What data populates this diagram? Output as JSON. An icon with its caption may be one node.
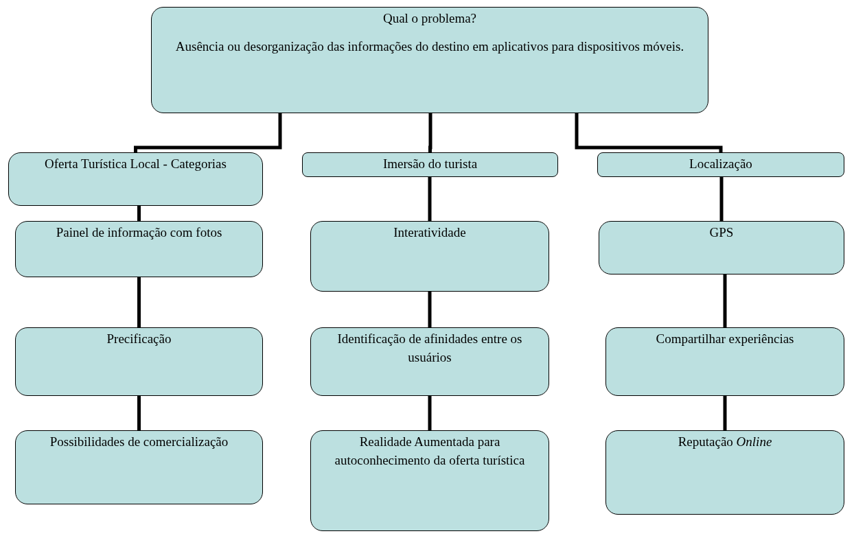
{
  "diagram": {
    "nodes": [
      {
        "text": [
          "Qual o problema?",
          "Ausência ou desorganização das informações do destino em aplicativos para dispositivos móveis."
        ]
      },
      {
        "text": [
          "Oferta Turística Local - Categorias"
        ]
      },
      {
        "text": [
          "Imersão do turista"
        ]
      },
      {
        "text": [
          "Localização"
        ]
      },
      {
        "text": [
          "Painel de informação com fotos"
        ]
      },
      {
        "text": [
          "Interatividade"
        ]
      },
      {
        "text": [
          "GPS"
        ]
      },
      {
        "text": [
          "Precificação"
        ]
      },
      {
        "text": [
          "Identificação de afinidades entre os usuários"
        ]
      },
      {
        "text": [
          "Compartilhar  experiências"
        ]
      },
      {
        "text": [
          "Possibilidades de comercialização"
        ]
      },
      {
        "text": [
          "Realidade Aumentada para autoconhecimento da oferta turística"
        ]
      },
      {
        "text": [
          "Reputação *Online*"
        ]
      }
    ],
    "edges": [
      {
        "from": 0,
        "to": 1,
        "arrow": "none"
      },
      {
        "from": 0,
        "to": 2,
        "arrow": "none"
      },
      {
        "from": 0,
        "to": 3,
        "arrow": "none"
      },
      {
        "from": 1,
        "to": 4,
        "arrow": "none"
      },
      {
        "from": 2,
        "to": 5,
        "arrow": "none"
      },
      {
        "from": 3,
        "to": 6,
        "arrow": "none"
      },
      {
        "from": 4,
        "to": 7,
        "arrow": "none"
      },
      {
        "from": 5,
        "to": 8,
        "arrow": "none"
      },
      {
        "from": 6,
        "to": 9,
        "arrow": "none"
      },
      {
        "from": 7,
        "to": 10,
        "arrow": "none"
      },
      {
        "from": 8,
        "to": 11,
        "arrow": "none"
      },
      {
        "from": 9,
        "to": 12,
        "arrow": "none"
      }
    ]
  }
}
